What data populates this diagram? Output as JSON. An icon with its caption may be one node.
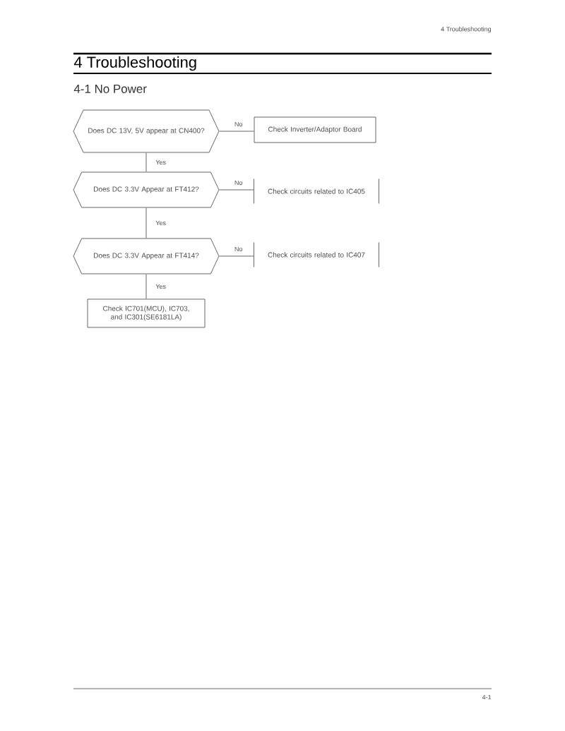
{
  "diagram": {
    "title": "4 Troubleshooting",
    "nodes": [
      {
        "text": [
          "Does DC 13V, 5V appear at CN400?"
        ]
      },
      {
        "text": [
          "Check Inverter/Adaptor Board"
        ]
      },
      {
        "text": [
          "Does DC 3.3V Appear at FT412?"
        ]
      },
      {
        "text": [
          "Check circuits related to IC405"
        ]
      },
      {
        "text": [
          "Does DC 3.3V Appear at FT414?"
        ]
      },
      {
        "text": [
          "Check circuits related to IC407"
        ]
      },
      {
        "text": [
          "Check IC701(MCU), IC703, and IC301(SE6181LA)"
        ]
      }
    ],
    "edges": [
      {
        "from": 0,
        "to": 1,
        "arrow": "none",
        "label": "No"
      },
      {
        "from": 0,
        "to": 2,
        "arrow": "none",
        "label": "Yes"
      },
      {
        "from": 2,
        "to": 3,
        "arrow": "none",
        "label": "No"
      },
      {
        "from": 2,
        "to": 4,
        "arrow": "none",
        "label": "Yes"
      },
      {
        "from": 4,
        "to": 5,
        "arrow": "none",
        "label": "No"
      },
      {
        "from": 4,
        "to": 6,
        "arrow": "none",
        "label": "Yes"
      }
    ],
    "labels": [
      "4 Troubleshooting",
      "4-1 No Power",
      "4-1"
    ]
  }
}
